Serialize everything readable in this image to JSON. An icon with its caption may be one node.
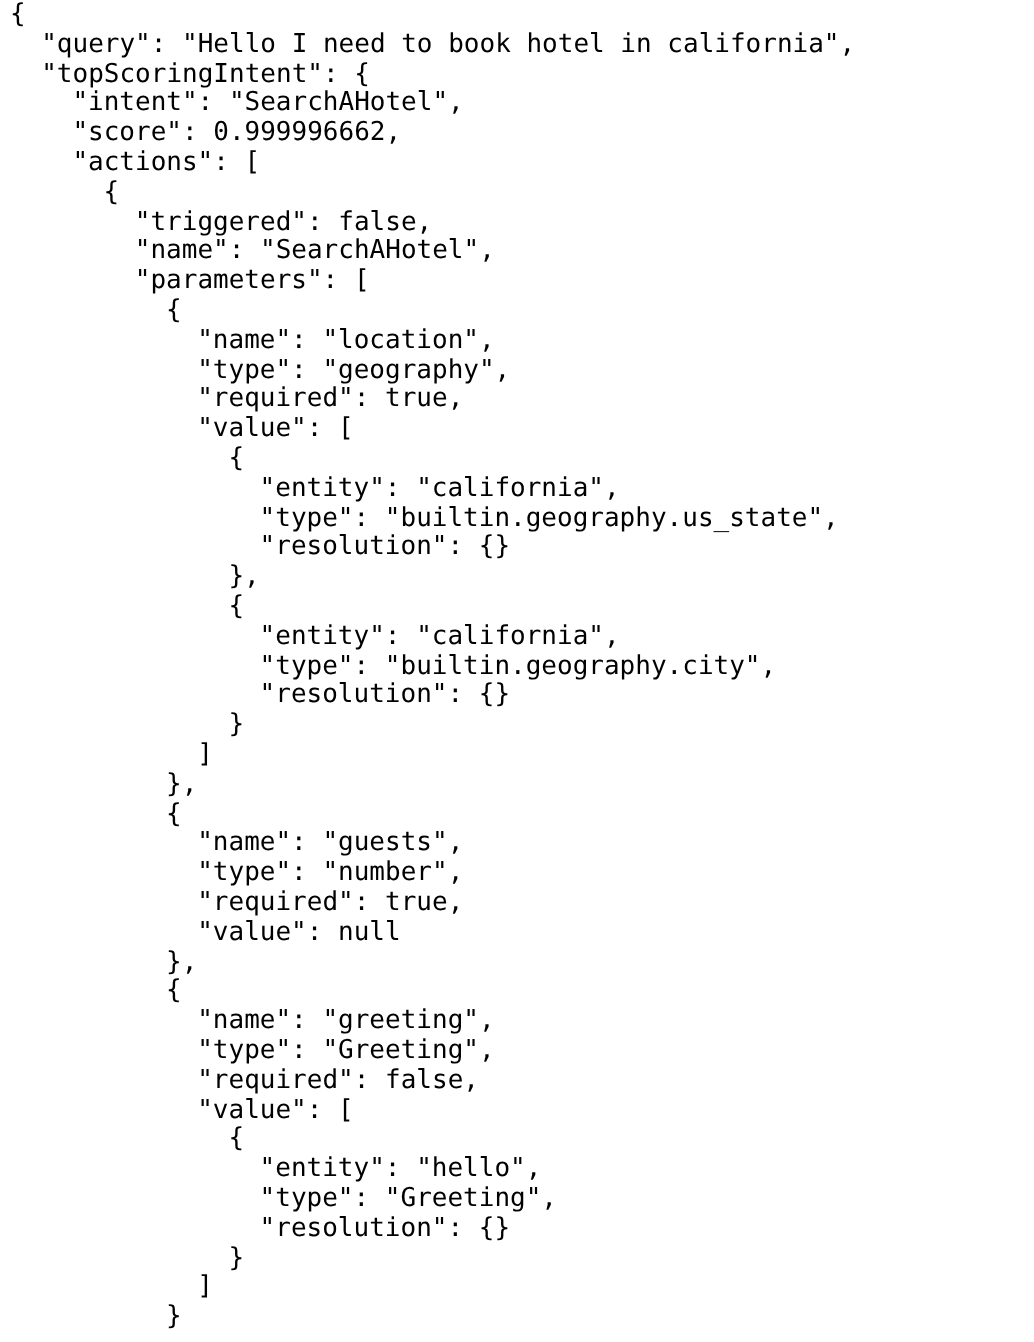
{
  "diagram": {
    "labels": [
      "{",
      "\"query\": \"Hello I need to book hotel in california\",",
      "\"topScoringIntent\": {",
      "\"intent\": \"SearchAHotel\",",
      "\"score\": 0.999996662,",
      "\"actions\": [",
      "{",
      "\"triggered\": false,",
      "\"name\": \"SearchAHotel\",",
      "\"parameters\": [",
      "{",
      "\"name\": \"location\",",
      "\"type\": \"geography\",",
      "\"required\": true,",
      "\"value\": [",
      "{",
      "\"entity\": \"california\",",
      "\"type\": \"builtin.geography.us_state\",",
      "\"resolution\": {}",
      "},",
      "{",
      "\"entity\": \"california\",",
      "\"type\": \"builtin.geography.city\",",
      "\"resolution\": {}",
      "}",
      "]",
      "},",
      "{",
      "\"name\": \"guests\",",
      "\"type\": \"number\",",
      "\"required\": true,",
      "\"value\": null",
      "},",
      "{",
      "\"name\": \"greeting\",",
      "\"type\": \"Greeting\",",
      "\"required\": false,",
      "\"value\": [",
      "{",
      "\"entity\": \"hello\",",
      "\"type\": \"Greeting\",",
      "\"resolution\": {}",
      "}",
      "]",
      "}"
    ]
  }
}
